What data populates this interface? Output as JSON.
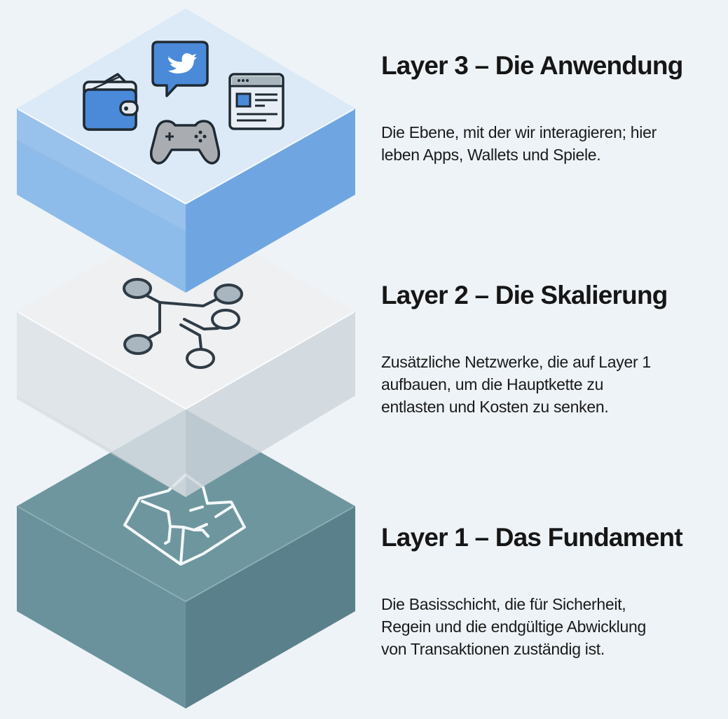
{
  "colors": {
    "background": "#eef3f7",
    "layer3_top": "#dce9f7",
    "layer3_left": "#8dbbea",
    "layer3_right": "#6fa6e2",
    "layer2_top": "#eef0f2",
    "layer2_left": "#dde2e6",
    "layer2_right": "#d1d7dc",
    "layer1_top": "#6e969e",
    "layer1_left": "#6a929c",
    "layer1_right": "#5a818b",
    "icon_blue": "#4a8ad8",
    "icon_grey": "#a9adb2",
    "icon_outline": "#1f2a33"
  },
  "layers": [
    {
      "id": "layer-3",
      "title": "Layer 3 – Die Anwendung",
      "description_lines": [
        "Die Ebene, mit der wir interagieren; hier",
        "leben Apps, Wallets und Spiele."
      ],
      "icons": [
        "wallet-icon",
        "twitter-bird-chat-icon",
        "browser-window-icon",
        "gamepad-icon"
      ]
    },
    {
      "id": "layer-2",
      "title": "Layer 2 – Die Skalierung",
      "description_lines": [
        "Zusätzliche Netzwerke, die auf Layer 1",
        "aufbauen, um die Hauptkette zu",
        "entlasten und Kosten zu senken."
      ],
      "icons": [
        "network-nodes-icon"
      ]
    },
    {
      "id": "layer-1",
      "title": "Layer 1 – Das Fundament",
      "description_lines": [
        "Die Basisschicht, die für Sicherheit,",
        "Regein und die endgültige Abwicklung",
        "von Transaktionen zuständig ist."
      ],
      "icons": [
        "crystal-rock-icon"
      ]
    }
  ]
}
